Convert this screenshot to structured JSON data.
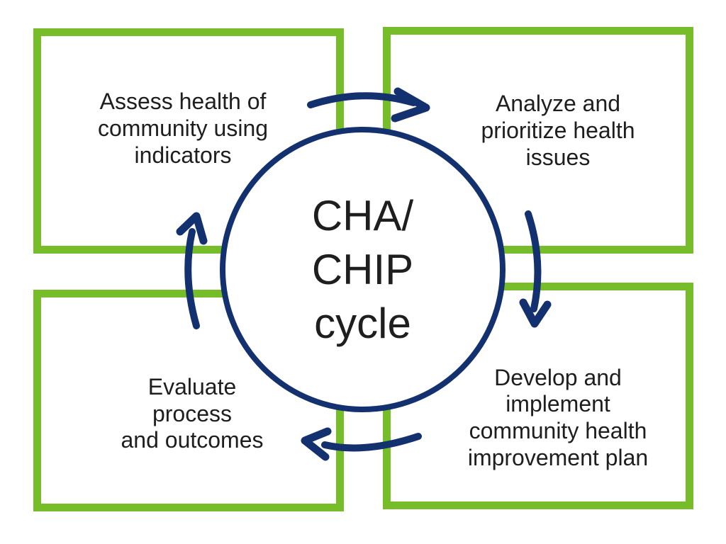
{
  "title": "CHA/CHIP cycle diagram",
  "colors": {
    "green": "#77BC29",
    "navy": "#14316F",
    "text": "#1E1E1E",
    "background": "#FFFFFF"
  },
  "center": {
    "lines": [
      "CHA/",
      "CHIP",
      "cycle"
    ]
  },
  "boxes": [
    {
      "id": "assess",
      "lines": [
        "Assess health of",
        "community using",
        "indicators"
      ]
    },
    {
      "id": "analyze",
      "lines": [
        "Analyze and",
        "prioritize health",
        "issues"
      ]
    },
    {
      "id": "evaluate",
      "lines": [
        "Evaluate",
        "process",
        "and outcomes"
      ]
    },
    {
      "id": "develop",
      "lines": [
        "Develop and",
        "implement",
        "community health",
        "improvement plan"
      ]
    }
  ],
  "arrows": [
    {
      "name": "top",
      "direction": "left-to-right",
      "from": "assess",
      "to": "analyze"
    },
    {
      "name": "right",
      "direction": "downward",
      "from": "analyze",
      "to": "develop"
    },
    {
      "name": "bottom",
      "direction": "right-to-left",
      "from": "develop",
      "to": "evaluate"
    },
    {
      "name": "left",
      "direction": "upward",
      "from": "evaluate",
      "to": "assess"
    }
  ]
}
